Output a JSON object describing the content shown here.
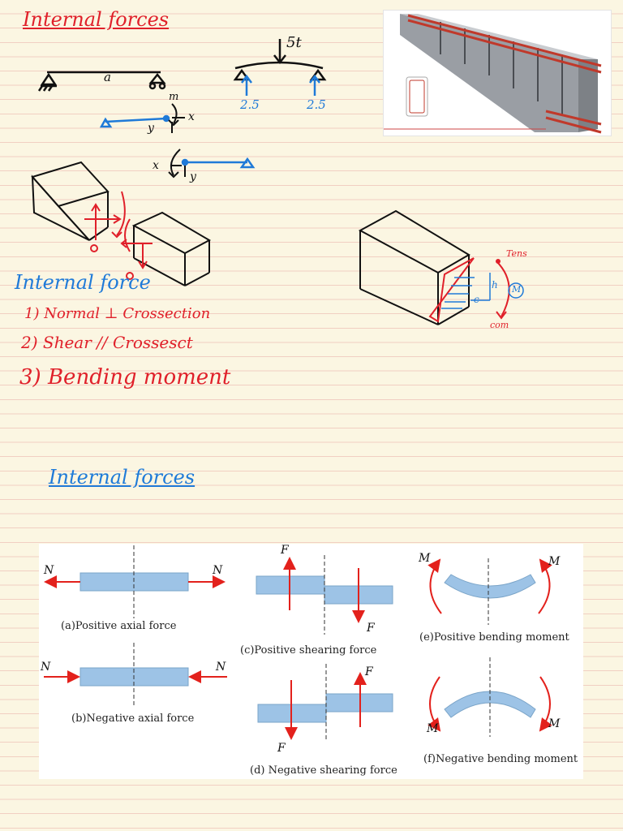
{
  "notes": {
    "title_1": "Internal forces",
    "load_label": "5t",
    "reaction_left": "2.5",
    "reaction_right": "2.5",
    "beam_mid_label": "a",
    "axis_m": "m",
    "axis_x": "x",
    "axis_y": "y",
    "internal_force_heading": "Internal force",
    "item_1": "1) Normal ⊥ Crossection",
    "item_2": "2) Shear // Crossesct",
    "item_3": "3) Bending moment",
    "tension_label": "Tens",
    "compression_label": "com",
    "moment_label": "M",
    "lever_c": "c",
    "lever_h": "h",
    "title_2": "Internal forces"
  },
  "figure": {
    "captions": {
      "a": "(a)Positive axial force",
      "b": "(b)Negative axial force",
      "c": "(c)Positive shearing force",
      "d": "(d) Negative shearing force",
      "e": "(e)Positive bending moment",
      "f": "(f)Negative bending moment"
    },
    "labels": {
      "N": "N",
      "F": "F",
      "M": "M"
    }
  },
  "colors": {
    "ink_red": "#e0202a",
    "ink_blue": "#1f7ad8",
    "member_fill": "#9dc3e6",
    "arrow_red": "#e3211c"
  }
}
